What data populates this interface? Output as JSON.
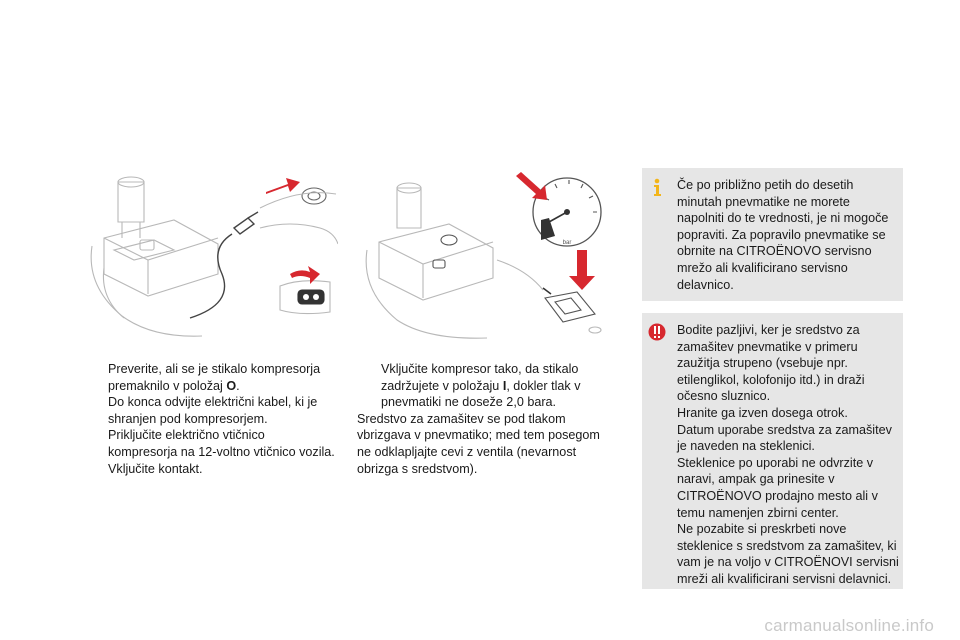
{
  "left_column": {
    "bullet_symbol": "",
    "items": [
      {
        "text": "Preverite, ali se je stikalo kompresorja premaknilo v položaj ",
        "bold": "O",
        "suffix": "."
      },
      {
        "text": "Do konca odvijte električni kabel, ki je shranjen pod kompresorjem."
      },
      {
        "text": "Priključite električno vtičnico kompresorja na 12-voltno vtičnico vozila."
      },
      {
        "text": "Vključite kontakt."
      }
    ]
  },
  "middle_column": {
    "bullet_symbol": "",
    "item": {
      "text": "Vključite kompresor tako, da stikalo zadržujete v položaju ",
      "bold": "I",
      "suffix": ", dokler tlak v pnevmatiki ne doseže 2,0 bara."
    },
    "paragraph": "Sredstvo za zamašitev se pod tlakom vbrizgava v pnevmatiko; med tem posegom ne odklapljajte cevi z ventila (nevarnost obrizga s sredstvom)."
  },
  "gauge_label": "bar",
  "info_box": {
    "icon": "info-icon",
    "text": "Če po približno petih do desetih minutah pnevmatike ne morete napolniti do te vrednosti, je ni mogoče popraviti. Za popravilo pnevmatike se obrnite na CITROËNOVO servisno mrežo ali kvalificirano servisno delavnico."
  },
  "warning_box": {
    "icon": "warning-icon",
    "lines": [
      "Bodite pazljivi, ker je sredstvo za zamašitev pnevmatike v primeru zaužitja strupeno (vsebuje npr. etilenglikol, kolofonijo itd.) in draži očesno sluznico.",
      "Hranite ga izven dosega otrok.",
      "Datum uporabe sredstva za zamašitev je naveden na steklenici.",
      "Steklenice po uporabi ne odvrzite v naravi, ampak ga prinesite v CITROËNOVO prodajno mesto ali v temu namenjen zbirni center.",
      "Ne pozabite si preskrbeti nove steklenice s sredstvom za zamašitev, ki vam je na voljo v CITROËNOVI servisni mreži ali kvalificirani servisni delavnici."
    ]
  },
  "watermark": "carmanualsonline.info",
  "colors": {
    "accent_red": "#d7282f",
    "info_yellow": "#f2b51b",
    "box_bg": "#e6e6e6"
  }
}
